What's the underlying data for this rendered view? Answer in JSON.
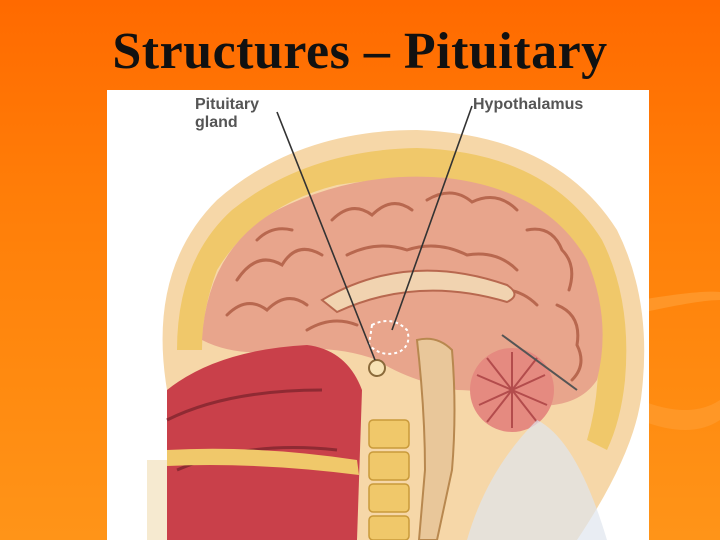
{
  "slide": {
    "title": "Structures – Pituitary"
  },
  "figure": {
    "labels": {
      "pituitary": "Pituitary\ngland",
      "hypothalamus": "Hypothalamus"
    }
  },
  "colors": {
    "background_top": "#ff6a00",
    "background_bottom": "#ff9418",
    "brain": "#e8a58c",
    "skull": "#f3d48a",
    "tissue": "#c9404a"
  }
}
